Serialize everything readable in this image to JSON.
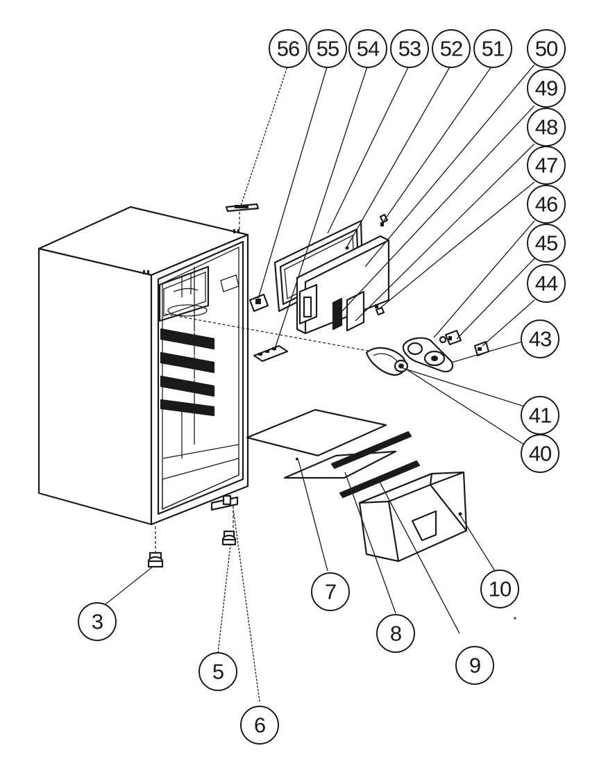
{
  "callouts": [
    {
      "label": "56"
    },
    {
      "label": "55"
    },
    {
      "label": "54"
    },
    {
      "label": "53"
    },
    {
      "label": "52"
    },
    {
      "label": "51"
    },
    {
      "label": "50"
    },
    {
      "label": "49"
    },
    {
      "label": "48"
    },
    {
      "label": "47"
    },
    {
      "label": "46"
    },
    {
      "label": "45"
    },
    {
      "label": "44"
    },
    {
      "label": "43"
    },
    {
      "label": "41"
    },
    {
      "label": "40"
    },
    {
      "label": "10"
    },
    {
      "label": "9"
    },
    {
      "label": "8"
    },
    {
      "label": "7"
    },
    {
      "label": "6"
    },
    {
      "label": "5"
    },
    {
      "label": "3"
    }
  ]
}
